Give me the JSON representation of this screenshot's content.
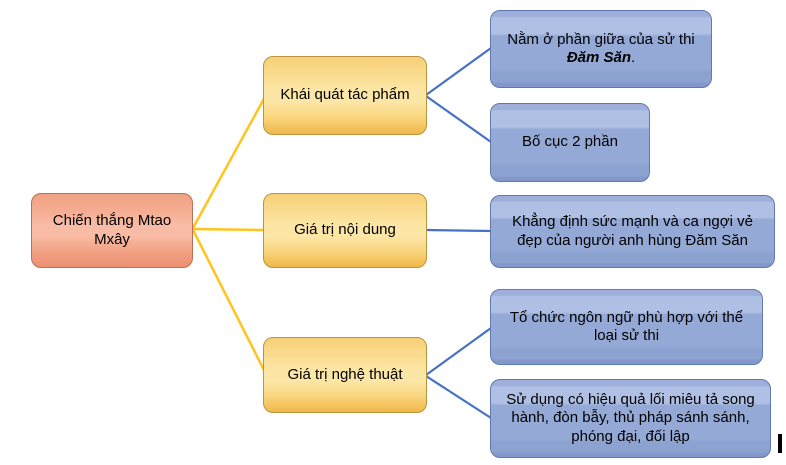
{
  "diagram": {
    "root": {
      "label": "Chiến thắng Mtao Mxây"
    },
    "branches": [
      {
        "label": "Khái quát tác phẩm",
        "children": [
          {
            "prefix": "Nằm ở phần giữa của sử thi ",
            "emphasis": "Đăm Săn",
            "suffix": "."
          },
          {
            "text": "Bố cục 2 phần"
          }
        ]
      },
      {
        "label": "Giá trị nội dung",
        "children": [
          {
            "text": "Khẳng định sức mạnh và ca ngợi vẻ đẹp của người anh hùng Đăm Săn"
          }
        ]
      },
      {
        "label": "Giá trị nghệ thuật",
        "children": [
          {
            "text": "Tổ chức ngôn ngữ phù hợp với thể loại sử thi"
          },
          {
            "text": "Sử dụng có hiệu quả lối miêu tả song hành, đòn bẫy, thủ pháp sánh sánh, phóng đại, đối lập"
          }
        ]
      }
    ],
    "colors": {
      "root_fill": "#F5AD90",
      "branch_fill": "#FBDD8F",
      "leaf_fill": "#97ABD6",
      "connector_level1": "#FFC41E",
      "connector_level2": "#4472C4"
    }
  }
}
